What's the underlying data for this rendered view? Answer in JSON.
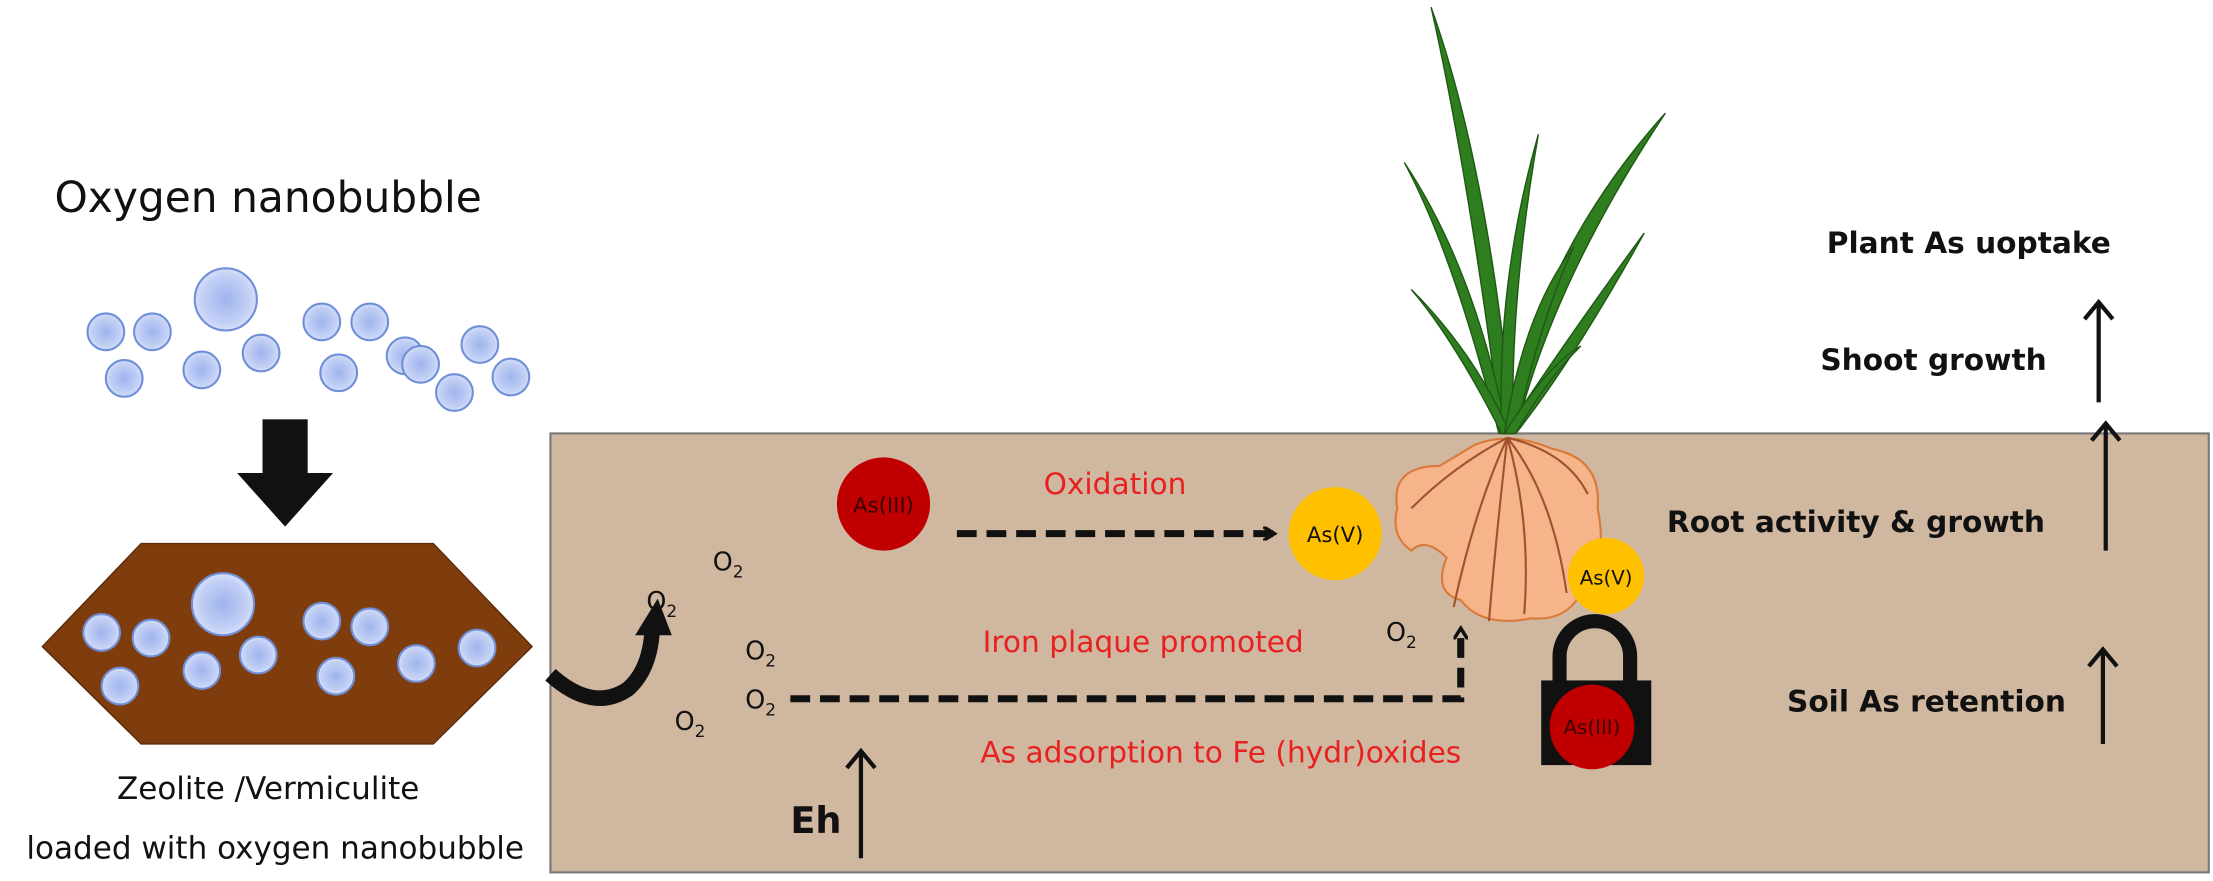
{
  "title": "Oxygen nanobubble",
  "carrier": {
    "line1": "Zeolite /Vermiculite",
    "line2": "loaded with oxygen nanobubble"
  },
  "soil": {
    "oxidation": "Oxidation",
    "iron_plaque": "Iron plaque promoted",
    "adsorption": "As adsorption to Fe (hydr)oxides",
    "eh": "Eh",
    "o2": "O",
    "o2_sub": "2",
    "as3": "As(III)",
    "as5": "As(V)"
  },
  "effects": {
    "plant_uptake": "Plant As uoptake",
    "shoot_growth": "Shoot growth",
    "root_activity": "Root activity & growth",
    "soil_retention": "Soil As retention"
  },
  "colors": {
    "soil": "#d0b8a0",
    "carrier": "#7f3d0e",
    "as3": "#c00000",
    "as5": "#ffc000",
    "leaf": "#2e7d1f",
    "root": "#f5b48a",
    "red_text": "#e8201f"
  }
}
